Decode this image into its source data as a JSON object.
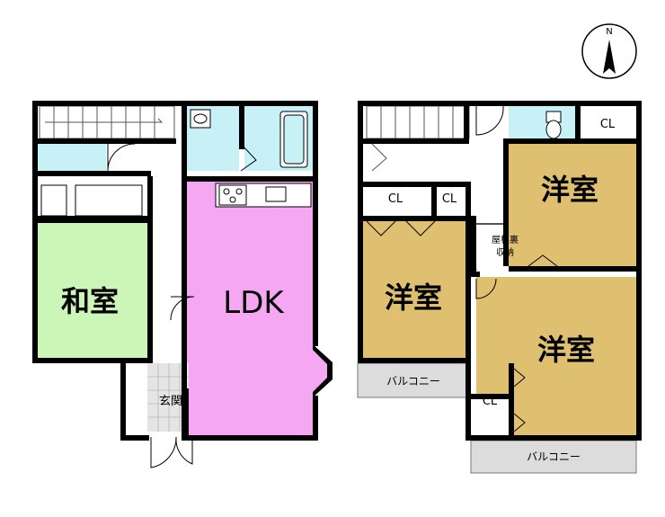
{
  "compass": {
    "north": "N"
  },
  "floor1": {
    "washitsu": "和室",
    "ldk": "LDK",
    "genkan": "玄関"
  },
  "floor2": {
    "yoshitsu_top": "洋室",
    "yoshitsu_left": "洋室",
    "yoshitsu_right": "洋室",
    "cl_1": "CL",
    "cl_2": "CL",
    "cl_toilet": "CL",
    "cl_right": "CL",
    "attic_line1": "屋根裏",
    "attic_line2": "収納",
    "balcony_left": "バルコニー",
    "balcony_bottom": "バルコニー"
  },
  "colors": {
    "washitsu": "#ccf5b8",
    "ldk": "#f6a7f2",
    "yoshitsu": "#dec070",
    "wet": "#c7f0f7",
    "balcony": "#dcdcdc",
    "wall": "#000000"
  }
}
